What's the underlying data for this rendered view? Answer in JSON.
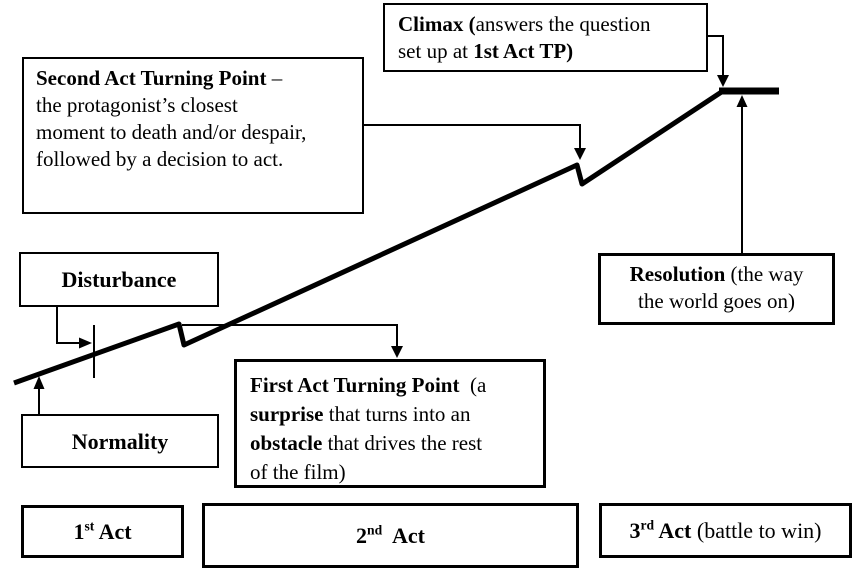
{
  "colors": {
    "ink": "#000000",
    "background": "#ffffff"
  },
  "diagram": {
    "title": "three-act-film-story-structure",
    "boxes": {
      "climax": {
        "rich": [
          {
            "t": "Climax (",
            "b": true
          },
          {
            "t": "answers the question\nset up at "
          },
          {
            "t": "1st Act TP)",
            "b": true
          }
        ]
      },
      "second_act_tp": {
        "rich": [
          {
            "t": "Second Act Turning Point",
            "b": true
          },
          {
            "t": " –\nthe protagonist’s closest\nmoment to death and/or despair,\nfollowed by a decision to act."
          }
        ]
      },
      "disturbance": {
        "rich": [
          {
            "t": "Disturbance",
            "b": true
          }
        ]
      },
      "resolution": {
        "rich": [
          {
            "t": "Resolution",
            "b": true
          },
          {
            "t": " (the way\nthe world goes on)"
          }
        ]
      },
      "first_act_tp": {
        "rich": [
          {
            "t": "First Act Turning Point",
            "b": true
          },
          {
            "t": "  (a\n"
          },
          {
            "t": "surprise",
            "b": true
          },
          {
            "t": " that turns into an\n"
          },
          {
            "t": "obstacle",
            "b": true
          },
          {
            "t": " that drives the rest\nof the film)"
          }
        ]
      },
      "normality": {
        "rich": [
          {
            "t": "Normality",
            "b": true
          }
        ]
      },
      "act1": {
        "rich": [
          {
            "t": "1",
            "b": true
          },
          {
            "t": "st",
            "b": true,
            "sup": true
          },
          {
            "t": " Act",
            "b": true
          }
        ]
      },
      "act2": {
        "rich": [
          {
            "t": "2",
            "b": true
          },
          {
            "t": "nd",
            "b": true,
            "sup": true
          },
          {
            "t": "  Act",
            "b": true
          }
        ]
      },
      "act3": {
        "rich": [
          {
            "t": "3",
            "b": true
          },
          {
            "t": "rd",
            "b": true,
            "sup": true
          },
          {
            "t": " Act",
            "b": true
          },
          {
            "t": " (battle to win)"
          }
        ]
      }
    }
  }
}
